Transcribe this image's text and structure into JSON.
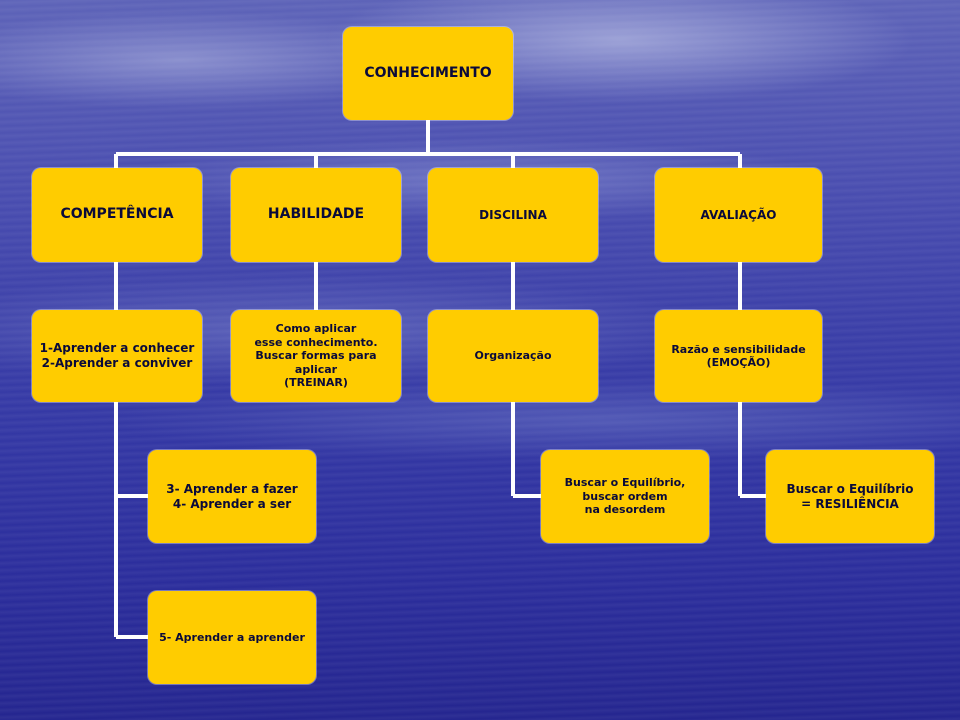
{
  "diagram": {
    "root": {
      "label": "CONHECIMENTO"
    },
    "columns": [
      {
        "label": "COMPETÊNCIA",
        "children": [
          "1-Aprender a conhecer\n2-Aprender a conviver",
          "3- Aprender a fazer\n4- Aprender a ser",
          "5- Aprender a aprender"
        ]
      },
      {
        "label": "HABILIDADE",
        "children": [
          "Como aplicar\nesse conhecimento.\nBuscar formas para aplicar\n(TREINAR)"
        ]
      },
      {
        "label": "DISCILINA",
        "children": [
          "Organização",
          "Buscar o Equilíbrio,\nbuscar ordem\nna desordem"
        ]
      },
      {
        "label": "AVALIAÇÃO",
        "children": [
          "Razão e sensibilidade\n(EMOÇÃO)",
          "Buscar o Equilíbrio\n= RESILIÊNCIA"
        ]
      }
    ],
    "colors": {
      "box": "#ffcc00",
      "connector": "#ffffff",
      "text": "#0a0a3a"
    }
  }
}
